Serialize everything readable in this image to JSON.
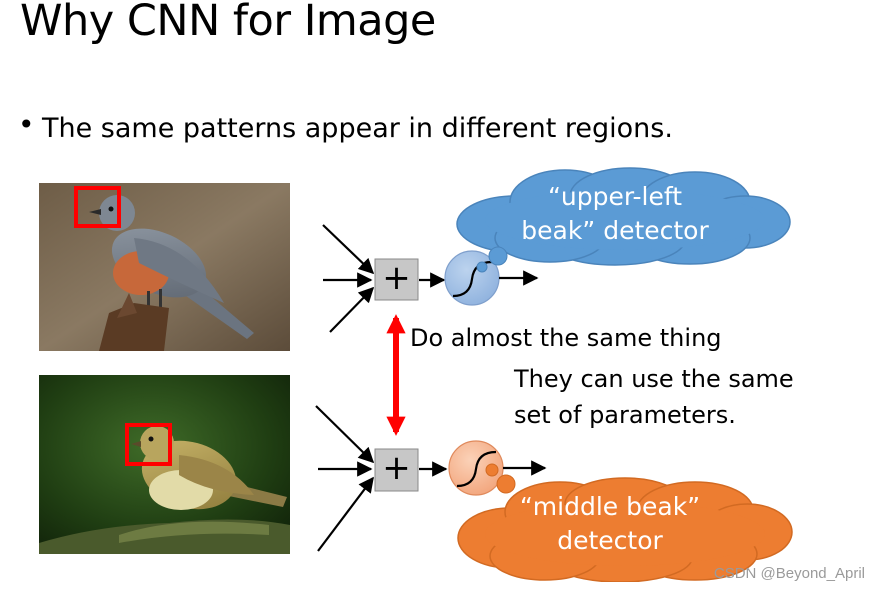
{
  "title": "Why CNN for Image",
  "bullet": "The same patterns appear in different regions.",
  "cloud_top": {
    "line1": "“upper-left",
    "line2": "beak” detector",
    "color": "#5b9bd5"
  },
  "cloud_bottom": {
    "line1": "“middle beak”",
    "line2": "detector",
    "color": "#ed7d31"
  },
  "plus_symbol": "+",
  "note_same_thing": "Do almost the same thing",
  "note_params_line1": "They can use the same",
  "note_params_line2": "set of parameters.",
  "arrow_color": "#ff0000",
  "highlight_box_color": "#ff0000",
  "watermark": "CSDN @Beyond_April"
}
